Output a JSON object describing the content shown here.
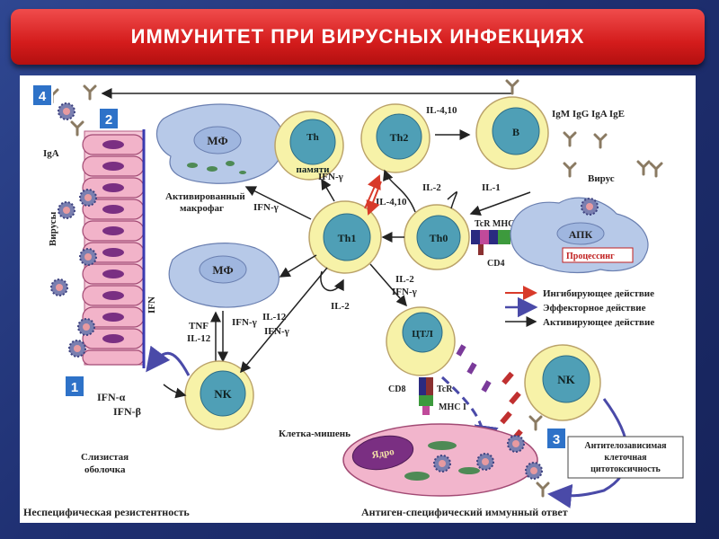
{
  "title": "ИММУНИТЕТ ПРИ ВИРУСНЫХ ИНФЕКЦИЯХ",
  "badges": [
    "4",
    "2",
    "1",
    "3"
  ],
  "cells": {
    "th_memory": [
      "Th",
      "памяти"
    ],
    "th2": "Th2",
    "b": "B",
    "th1": "Th1",
    "th0": "Th0",
    "apc": "АПК",
    "ctl": "ЦТЛ",
    "nk1": "NK",
    "nk2": "NK",
    "mf1": "МФ",
    "mf2": "МФ",
    "nucleus": "Ядро"
  },
  "labels": {
    "iga": "IgA",
    "viruses_left": "Вирусы",
    "activated_macrophage": [
      "Активированный",
      "макрофаг"
    ],
    "ifn_g_mf": "IFN-γ",
    "ifn_g_thmem": "IFN-γ",
    "il410_top": "IL-4,10",
    "il410_mid": "IL-4,10",
    "antibodies": "IgM IgG IgA IgE",
    "virus_right": "Вирус",
    "il2_a": "IL-2",
    "il1": "IL-1",
    "tcr_mhc2": "TcR MHC II",
    "cd4": "CD4",
    "processing": "Процессинг",
    "il2_b": "IL-2",
    "il2_ifn": [
      "IL-2",
      "IFN-γ"
    ],
    "ifn_vert": "IFN",
    "tnf_il12": [
      "TNF",
      "IL-12"
    ],
    "ifn_g_nk": "IFN-γ",
    "il12_ifn": [
      "IL-12",
      "IFN-γ"
    ],
    "ifn_ab": [
      "IFN-α",
      "IFN-β"
    ],
    "cd8": "CD8",
    "tcr": "TcR",
    "mhc1": "MHC I",
    "target_cell": "Клетка-мишень",
    "mucosa": [
      "Слизистая",
      "оболочка"
    ],
    "adcc": [
      "Антителозависимая",
      "клеточная",
      "цитотоксичность"
    ],
    "nonspecific": "Неспецифическая резистентность",
    "specific": "Антиген-специфический иммунный ответ"
  },
  "legend": [
    {
      "label": "Ингибирующее действие",
      "color": "#d83a2a"
    },
    {
      "label": "Эффекторное действие",
      "color": "#4a4aa8"
    },
    {
      "label": "Активирующее действие",
      "color": "#222222"
    }
  ],
  "colors": {
    "title_bar": "#d81e1e",
    "cell_ring": "#f7f2a8",
    "nucleus": "#4f9fb6",
    "macrophage": "#b7c9e8",
    "epithelium": "#f2b5cc",
    "effector_arrow": "#4a4aa8",
    "inhibit_arrow": "#d83a2a"
  }
}
